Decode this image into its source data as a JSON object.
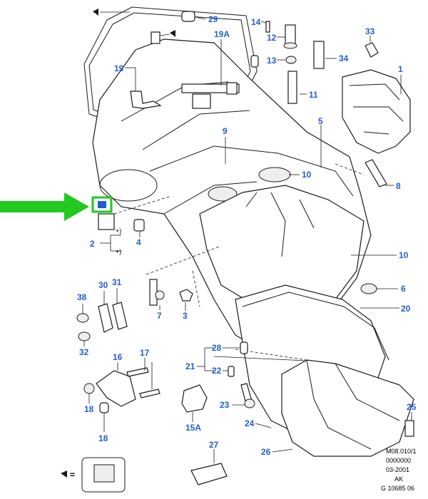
{
  "callouts": [
    {
      "id": "c29",
      "text": "29"
    },
    {
      "id": "c19A",
      "text": "19A"
    },
    {
      "id": "c19",
      "text": "19"
    },
    {
      "id": "c14",
      "text": "14"
    },
    {
      "id": "c12",
      "text": "12"
    },
    {
      "id": "c13",
      "text": "13"
    },
    {
      "id": "c33",
      "text": "33"
    },
    {
      "id": "c34",
      "text": "34"
    },
    {
      "id": "c1",
      "text": "1"
    },
    {
      "id": "c11",
      "text": "11"
    },
    {
      "id": "c9",
      "text": "9"
    },
    {
      "id": "c5",
      "text": "5"
    },
    {
      "id": "c10a",
      "text": "10"
    },
    {
      "id": "c8",
      "text": "8"
    },
    {
      "id": "c2",
      "text": "2"
    },
    {
      "id": "c4",
      "text": "4"
    },
    {
      "id": "c10b",
      "text": "10"
    },
    {
      "id": "c6",
      "text": "6"
    },
    {
      "id": "c20",
      "text": "20"
    },
    {
      "id": "c38",
      "text": "38"
    },
    {
      "id": "c30",
      "text": "30"
    },
    {
      "id": "c31",
      "text": "31"
    },
    {
      "id": "c32",
      "text": "32"
    },
    {
      "id": "c7",
      "text": "7"
    },
    {
      "id": "c3",
      "text": "3"
    },
    {
      "id": "c16",
      "text": "16"
    },
    {
      "id": "c17",
      "text": "17"
    },
    {
      "id": "c28",
      "text": "28"
    },
    {
      "id": "c21",
      "text": "21"
    },
    {
      "id": "c22",
      "text": "22"
    },
    {
      "id": "c18a",
      "text": "18"
    },
    {
      "id": "c18b",
      "text": "18"
    },
    {
      "id": "c15A",
      "text": "15A"
    },
    {
      "id": "c23",
      "text": "23"
    },
    {
      "id": "c24",
      "text": "24"
    },
    {
      "id": "c25",
      "text": "25"
    },
    {
      "id": "c26",
      "text": "26"
    },
    {
      "id": "c27",
      "text": "27"
    }
  ],
  "reference_block": {
    "line1": "M08.010/1",
    "line2": "0000000",
    "line3": "03-2001",
    "line4": "AK",
    "line5": "G 10685 06"
  },
  "legend": {
    "equals": "="
  },
  "colors": {
    "callout": "#1f5fd1",
    "highlight_arrow": "#22c91e",
    "highlight_box": "#22c91e",
    "line": "#1a1a1a"
  }
}
